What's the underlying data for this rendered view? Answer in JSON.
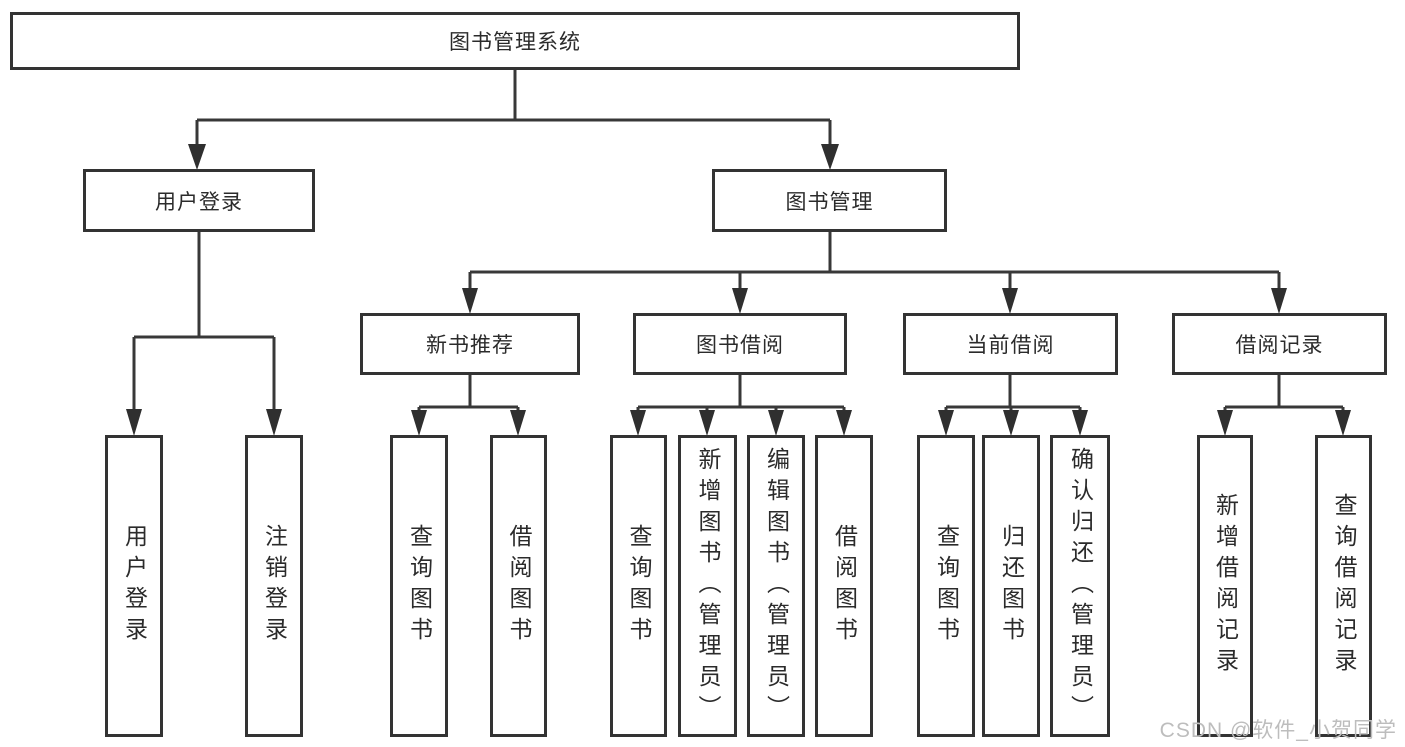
{
  "tree": {
    "root": {
      "label": "图书管理系统",
      "children": [
        {
          "label": "用户登录",
          "children": [
            {
              "label": "用户登录"
            },
            {
              "label": "注销登录"
            }
          ]
        },
        {
          "label": "图书管理",
          "children": [
            {
              "label": "新书推荐",
              "children": [
                {
                  "label": "查询图书"
                },
                {
                  "label": "借阅图书"
                }
              ]
            },
            {
              "label": "图书借阅",
              "children": [
                {
                  "label": "查询图书"
                },
                {
                  "label": "新增图书（管理员）"
                },
                {
                  "label": "编辑图书（管理员）"
                },
                {
                  "label": "借阅图书"
                }
              ]
            },
            {
              "label": "当前借阅",
              "children": [
                {
                  "label": "查询图书"
                },
                {
                  "label": "归还图书"
                },
                {
                  "label": "确认归还（管理员）"
                }
              ]
            },
            {
              "label": "借阅记录",
              "children": [
                {
                  "label": "新增借阅记录"
                },
                {
                  "label": "查询借阅记录"
                }
              ]
            }
          ]
        }
      ]
    }
  },
  "watermark": "CSDN @软件_小贺同学",
  "colors": {
    "line": "#383838",
    "box_border": "#333333",
    "box_fill": "#ffffff",
    "text": "#2b2b2b",
    "watermark": "#bdbdbd",
    "background": "#ffffff"
  }
}
